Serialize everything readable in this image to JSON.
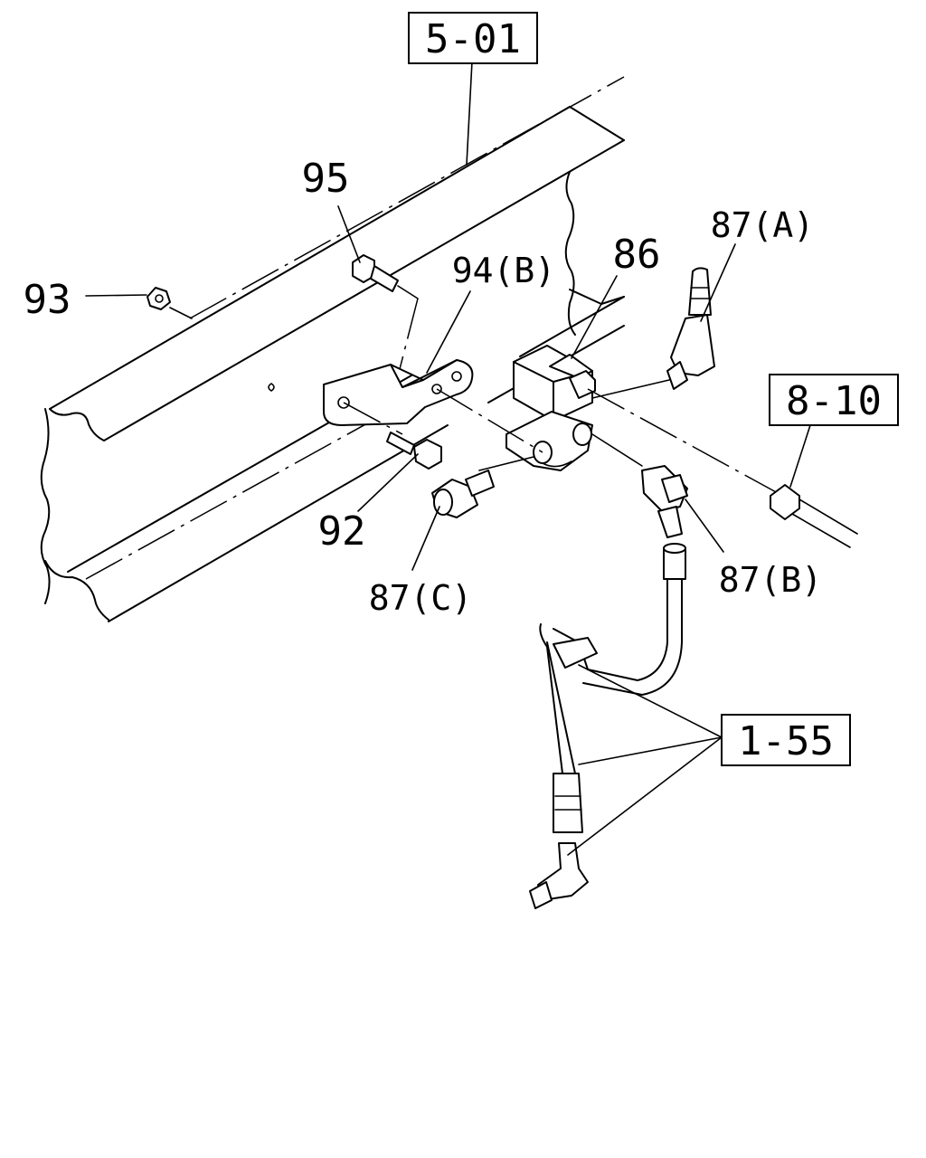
{
  "callouts": {
    "ref_5_01": "5-01",
    "ref_8_10": "8-10",
    "ref_1_55": "1-55",
    "p95": "95",
    "p93": "93",
    "p94b": "94(B)",
    "p86": "86",
    "p87a": "87(A)",
    "p92": "92",
    "p87c": "87(C)",
    "p87b": "87(B)"
  }
}
